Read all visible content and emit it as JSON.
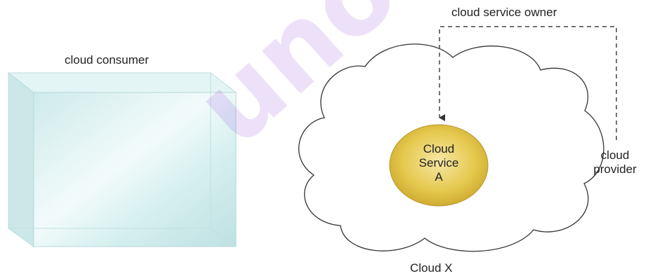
{
  "labels": {
    "cloud_consumer": "cloud consumer",
    "cloud_service_owner": "cloud service owner",
    "cloud_service_line1": "Cloud",
    "cloud_service_line2": "Service",
    "cloud_service_line3": "A",
    "cloud_provider_line1": "cloud",
    "cloud_provider_line2": "provider",
    "cloud_x": "Cloud X"
  },
  "watermark": "unotes.in",
  "colors": {
    "consumer_box": "#cfecec",
    "service_fill": "#e3c64a",
    "outline": "#333333",
    "watermark": "#7a1fd6"
  }
}
